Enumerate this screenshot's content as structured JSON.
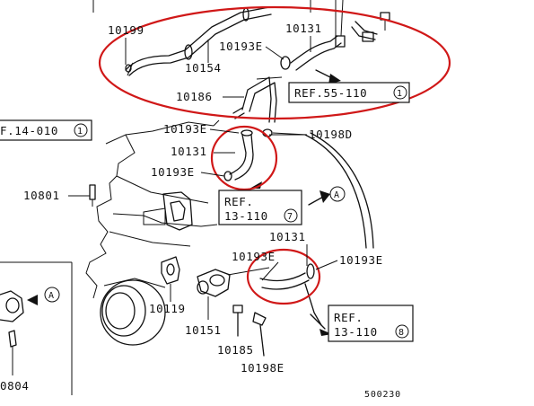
{
  "labels": {
    "p10199": "10199",
    "p10154": "10154",
    "p10193e_top": "10193E",
    "p10131_top": "10131",
    "p10186": "10186",
    "p10193e_mid": "10193E",
    "p10198d": "10198D",
    "p10131_mid": "10131",
    "p10193e_mid2": "10193E",
    "p10801": "10801",
    "p10131_low": "10131",
    "p10193e_low_left": "10193E",
    "p10193e_low_right": "10193E",
    "p10119": "10119",
    "p10151": "10151",
    "p10185": "10185",
    "p10198e": "10198E",
    "p0804": "0804"
  },
  "refs": {
    "ref_55": {
      "text": "REF.55-110",
      "num": "1"
    },
    "ref_14": {
      "text": "F.14-010",
      "num": "1"
    },
    "ref_13a_line1": "REF.",
    "ref_13a_line2": "13-110",
    "ref_13a_num": "7",
    "ref_13b_line1": "REF.",
    "ref_13b_line2": "13-110",
    "ref_13b_num": "8"
  },
  "markers": {
    "a_right": "A",
    "a_left": "A"
  },
  "code": "500230",
  "colors": {
    "highlight": "#d01818",
    "line": "#111111"
  }
}
